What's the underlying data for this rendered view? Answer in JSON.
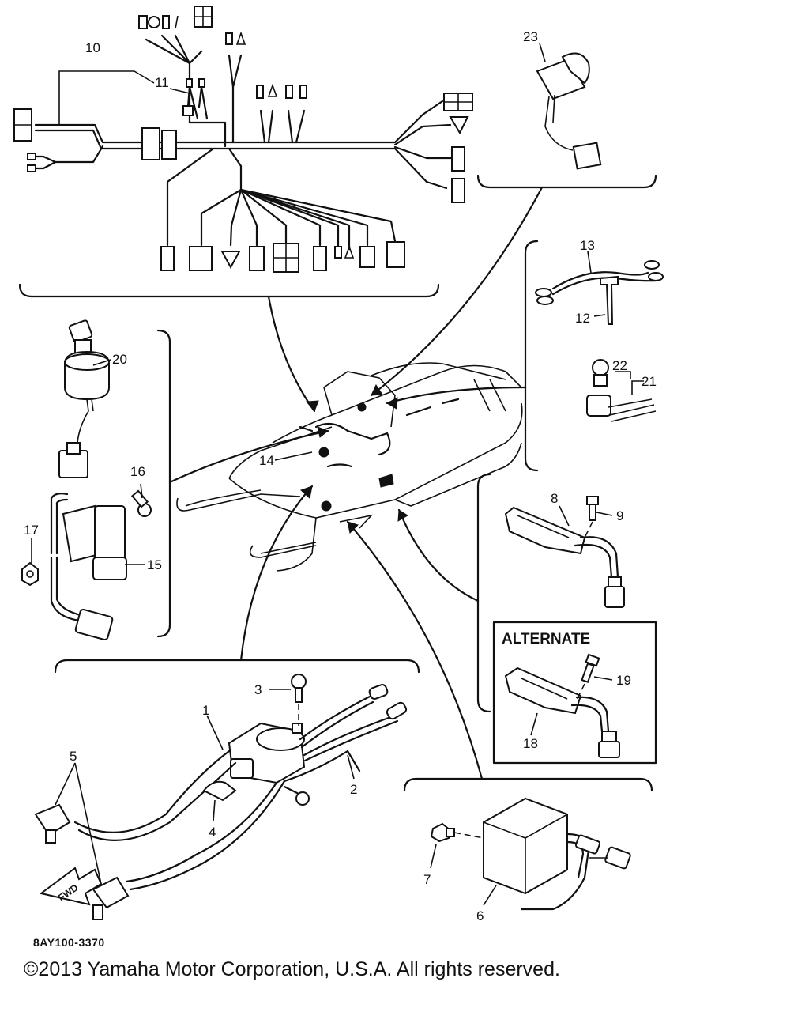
{
  "diagram": {
    "code": "8AY100-3370",
    "copyright": "©2013 Yamaha Motor Corporation, U.S.A. All rights reserved.",
    "alternate_label": "ALTERNATE",
    "fwd_label": "FWD",
    "callouts": {
      "c1": "1",
      "c2": "2",
      "c3": "3",
      "c4": "4",
      "c5": "5",
      "c6": "6",
      "c7": "7",
      "c8": "8",
      "c9": "9",
      "c10": "10",
      "c11": "11",
      "c12": "12",
      "c13": "13",
      "c14": "14",
      "c15": "15",
      "c16": "16",
      "c17": "17",
      "c18": "18",
      "c19": "19",
      "c20": "20",
      "c21": "21",
      "c22": "22",
      "c23": "23"
    }
  }
}
